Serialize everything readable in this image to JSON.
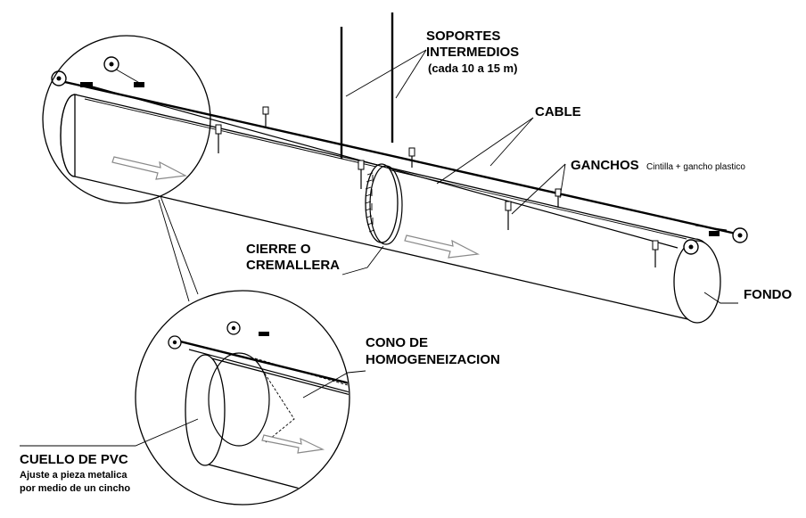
{
  "labels": {
    "soportes_line1": "SOPORTES",
    "soportes_line2": "INTERMEDIOS",
    "soportes_line3": "(cada 10 a 15 m)",
    "cable": "CABLE",
    "ganchos": "GANCHOS",
    "ganchos_note": "Cintilla + gancho plastico",
    "cierre_line1": "CIERRE O",
    "cierre_line2": "CREMALLERA",
    "fondo": "FONDO",
    "cono_line1": "CONO DE",
    "cono_line2": "HOMOGENEIZACION",
    "cuello": "CUELLO DE PVC",
    "cuello_note_line1": "Ajuste a pieza metalica",
    "cuello_note_line2": "por medio de un cincho"
  }
}
